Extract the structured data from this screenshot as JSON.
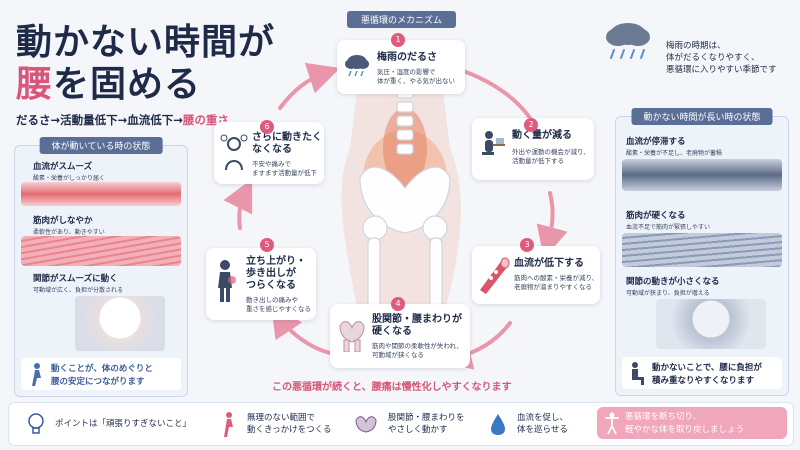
{
  "title": {
    "line1": "動かない時間が",
    "line2_accent": "腰",
    "line2_rest": "を固める"
  },
  "subtitle": {
    "part1": "だるさ→活動量低下→血流低下→",
    "part2": "腰の重さ"
  },
  "cycle_header": "悪循環のメカニズム",
  "rainy": {
    "line1": "梅雨の時期は、",
    "line2": "体がだるくなりやすく、",
    "line3": "悪循環に入りやすい季節です"
  },
  "steps": [
    {
      "num": "1",
      "title": "梅雨のだるさ",
      "desc1": "気圧・湿度の影響で",
      "desc2": "体が重く、やる気が出ない"
    },
    {
      "num": "2",
      "title": "動く量が減る",
      "desc1": "外出や運動の機会が減り、",
      "desc2": "活動量が低下する"
    },
    {
      "num": "3",
      "title": "血流が低下する",
      "desc1": "筋肉への酸素・栄養が減り、",
      "desc2": "老廃物が溜まりやすくなる"
    },
    {
      "num": "4",
      "title1": "股関節・腰まわりが",
      "title2": "硬くなる",
      "desc1": "筋肉や関節の柔軟性が失われ、",
      "desc2": "可動域が狭くなる"
    },
    {
      "num": "5",
      "title1": "立ち上がり・",
      "title2": "歩き出しが",
      "title3": "つらくなる",
      "desc1": "動き出しの痛みや",
      "desc2": "重さを感じやすくなる"
    },
    {
      "num": "6",
      "title1": "さらに動きたく",
      "title2": "なくなる",
      "desc1": "不安や痛みで",
      "desc2": "ますます活動量が低下"
    }
  ],
  "left_panel": {
    "header": "体が動いている時の状態",
    "blood_title": "血流がスムーズ",
    "blood_desc": "酸素・栄養がしっかり届く",
    "muscle_title": "筋肉がしなやか",
    "muscle_desc": "柔軟性があり、動きやすい",
    "joint_title": "関節がスムーズに動く",
    "joint_desc": "可動域が広く、負担が分散される",
    "note1": "動くことが、体のめぐりと",
    "note2": "腰の安定につながります"
  },
  "right_panel": {
    "header": "動かない時間が長い時の状態",
    "blood_title": "血流が停滞する",
    "blood_desc": "酸素・栄養が不足し、老廃物が蓄積",
    "muscle_title": "筋肉が硬くなる",
    "muscle_desc": "血流不足で筋肉が緊張しやすい",
    "joint_title": "関節の動きが小さくなる",
    "joint_desc": "可動域が狭まり、負担が増える",
    "note1": "動かないことで、腰に負担が",
    "note2": "積み重なりやすくなります"
  },
  "cycle_warning": "この悪循環が続くと、腰痛は慢性化しやすくなります",
  "bottom": {
    "tip1_a": "ポイントは「",
    "tip1_b": "頑張りすぎないこと",
    "tip1_c": "」",
    "tip2_line1": "無理のない範囲で",
    "tip2_line2": "動くきっかけをつくる",
    "tip3_line1": "股関節・腰まわりを",
    "tip3_line2": "やさしく動かす",
    "tip4_line1": "血流を促し、",
    "tip4_line2": "体を巡らせる",
    "cta_line1": "悪循環を断ち切り、",
    "cta_line2": "軽やかな体を取り戻しましょう"
  },
  "colors": {
    "accent": "#d9557a",
    "navy": "#1e2a48",
    "panel_head": "#5a6e96",
    "arrow": "#e77f98"
  }
}
